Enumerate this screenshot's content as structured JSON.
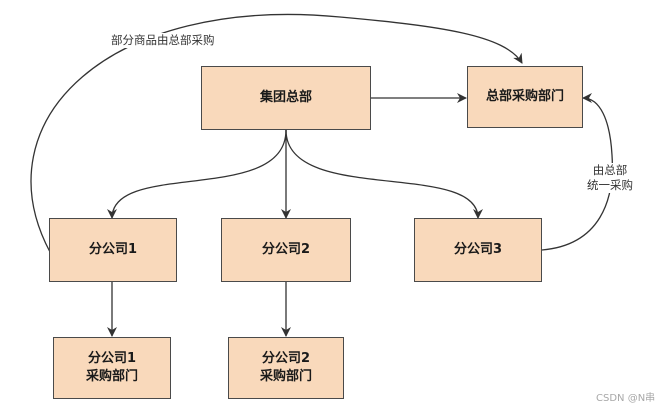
{
  "nodes": {
    "hq": {
      "line1": "集团总部"
    },
    "hq_purchasing": {
      "line1": "总部采购部门"
    },
    "branch1": {
      "line1": "分公司1"
    },
    "branch2": {
      "line1": "分公司2"
    },
    "branch3": {
      "line1": "分公司3"
    },
    "branch1_purchasing": {
      "line1": "分公司1",
      "line2": "采购部门"
    },
    "branch2_purchasing": {
      "line1": "分公司2",
      "line2": "采购部门"
    }
  },
  "edge_labels": {
    "partial_goods": "部分商品由总部采购",
    "unified_line1": "由总部",
    "unified_line2": "统一采购"
  },
  "watermark": "CSDN @N串",
  "colors": {
    "box_fill": "#f9d9bb",
    "box_border": "#4a4a4a",
    "edge": "#333333"
  }
}
